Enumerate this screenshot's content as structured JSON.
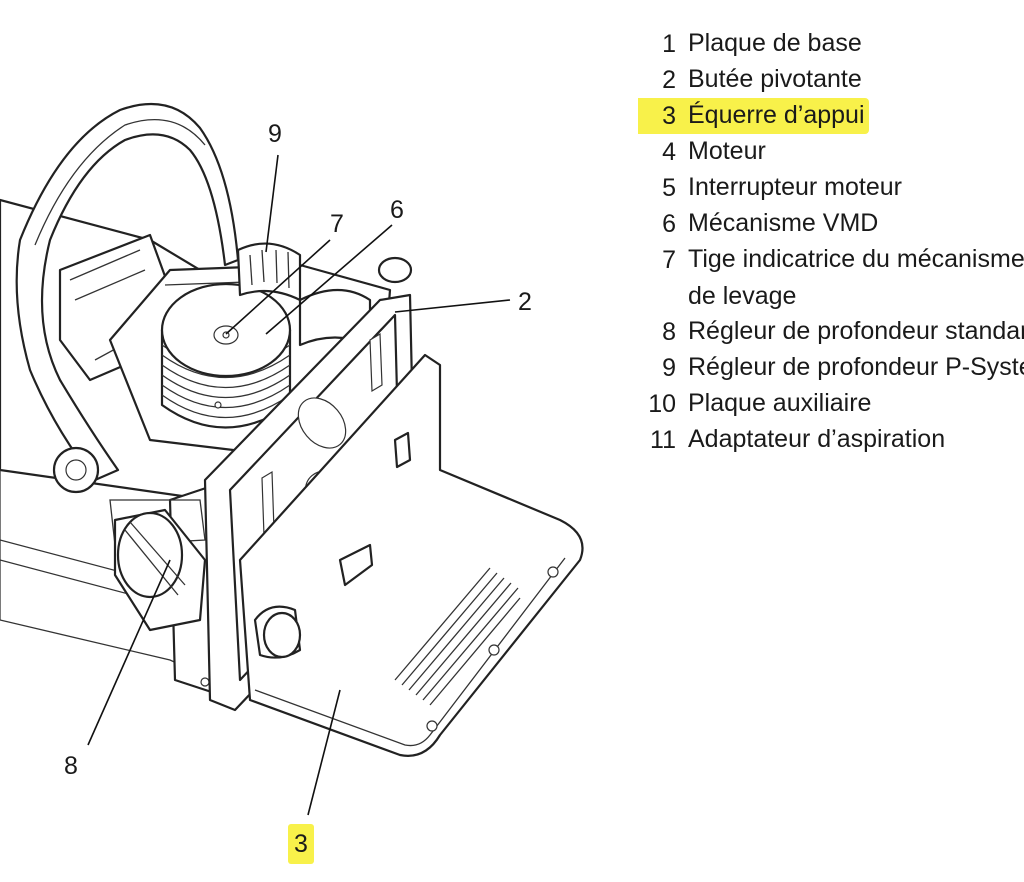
{
  "callouts": {
    "c9": "9",
    "c7": "7",
    "c6": "6",
    "c2": "2",
    "c8": "8",
    "c3": "3"
  },
  "legend": [
    {
      "num": "1",
      "text": "Plaque de base"
    },
    {
      "num": "2",
      "text": "Butée pivotante"
    },
    {
      "num": "3",
      "text": "Équerre d’appui",
      "highlight": true
    },
    {
      "num": "4",
      "text": "Moteur"
    },
    {
      "num": "5",
      "text": "Interrupteur moteur"
    },
    {
      "num": "6",
      "text": "Mécanisme VMD"
    },
    {
      "num": "7",
      "text": "Tige indicatrice du mécanisme"
    },
    {
      "num": "",
      "text": "de levage"
    },
    {
      "num": "8",
      "text": "Régleur de profondeur standard"
    },
    {
      "num": "9",
      "text": "Régleur de profondeur P-System"
    },
    {
      "num": "10",
      "text": "Plaque auxiliaire"
    },
    {
      "num": "11",
      "text": "Adaptateur d’aspiration"
    }
  ],
  "colors": {
    "highlight": "#f8f14a",
    "line": "#222222"
  }
}
